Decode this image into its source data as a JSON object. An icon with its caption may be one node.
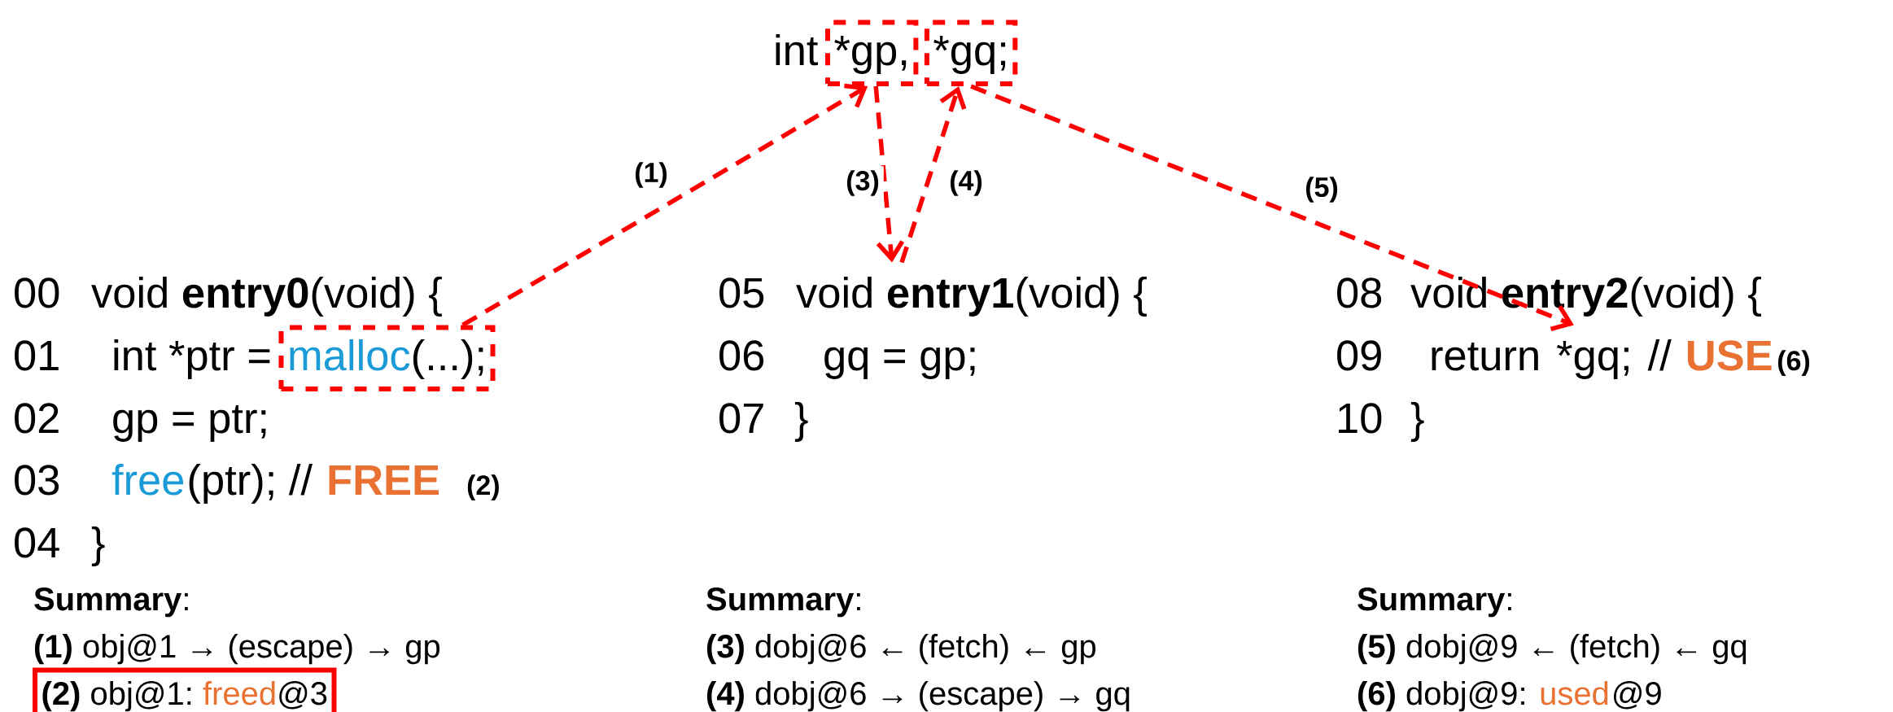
{
  "diagram": {
    "nodes": [
      {
        "text": [
          "*gp,"
        ]
      },
      {
        "text": [
          "*gq;"
        ]
      },
      {
        "text": [
          "void **entry1**(void) {"
        ]
      },
      {
        "text": [
          "malloc",
          "(...);"
        ]
      },
      {
        "text": [
          "*gq;"
        ]
      },
      {
        "text": [
          "**(2)** obj@1:",
          "freed",
          "@3"
        ]
      }
    ],
    "edges": [
      {
        "from": 3,
        "to": 0,
        "arrow": "to",
        "style": "dashed",
        "label": "(1)"
      },
      {
        "from": 0,
        "to": 2,
        "arrow": "to",
        "style": "dashed",
        "label": "(3)"
      },
      {
        "from": 2,
        "to": 1,
        "arrow": "to",
        "style": "dashed",
        "label": "(4)"
      },
      {
        "from": 1,
        "to": 4,
        "arrow": "to",
        "style": "dashed",
        "label": "(5)"
      }
    ],
    "labels": [
      "int",
      "00",
      "void **entry0**(void) {",
      "05",
      "08",
      "void **entry2**(void) {",
      "01",
      "int *ptr =",
      "06",
      "gq = gp;",
      "09",
      "return",
      "//",
      "USE",
      "(6)",
      "02",
      "gp = ptr;",
      "07",
      "}",
      "10",
      "}",
      "03",
      "free",
      "(ptr); //",
      "FREE",
      "(2)",
      "04",
      "}",
      "**Summary**:",
      "**Summary**:",
      "**Summary**:",
      "**(1)** obj@1 → (escape) → gp",
      "**(3)** dobj@6 ← (fetch) ← gp",
      "**(5)** dobj@9 ← (fetch) ← gq",
      "**(4)** dobj@6 → (escape) → gq",
      "**(6)** dobj@9:",
      "used",
      "@9"
    ]
  }
}
